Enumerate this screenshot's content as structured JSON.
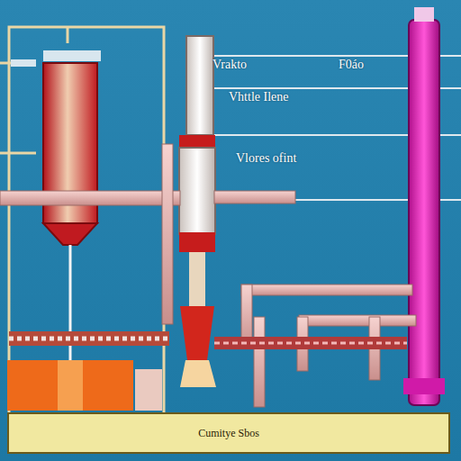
{
  "diagram": {
    "nodes": [
      {
        "text": [
          "Cumitye Sbos"
        ]
      }
    ],
    "edges": [],
    "labels": [
      "Vrakto",
      "F0áo",
      "Vhttle Ilene",
      "Vlores ofint"
    ]
  }
}
